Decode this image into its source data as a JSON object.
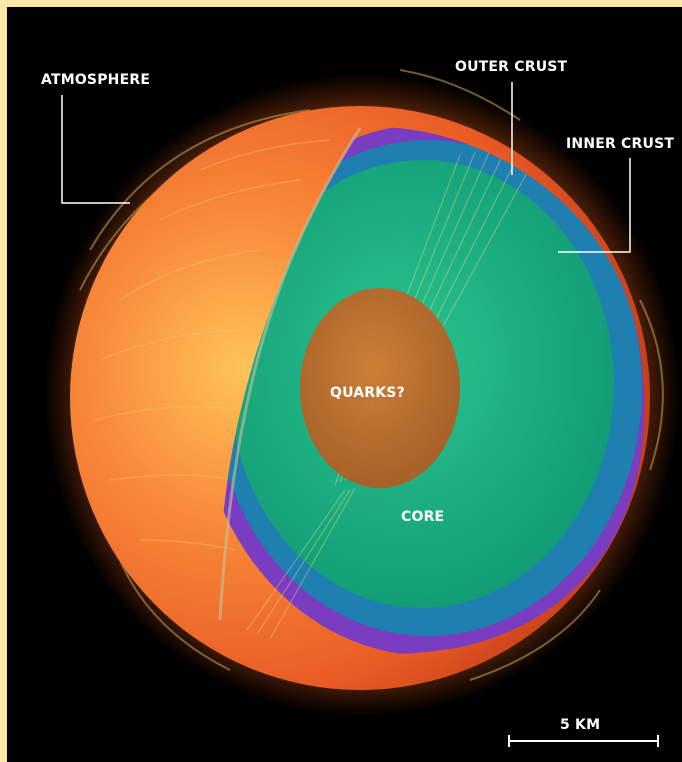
{
  "labels": {
    "atmosphere": "ATMOSPHERE",
    "outer_crust": "OUTER CRUST",
    "inner_crust": "INNER CRUST",
    "quarks": "QUARKS?",
    "core": "CORE"
  },
  "scale_bar": {
    "label": "5 KM"
  },
  "colors": {
    "frame_border": "#fce9a6",
    "background": "#000000",
    "surface": "#f26b2a",
    "inner_crust_layer": "#7a3cc0",
    "mantle_layer": "#1e7fb0",
    "core": "#17a67f",
    "quark_core": "#c8682a"
  }
}
